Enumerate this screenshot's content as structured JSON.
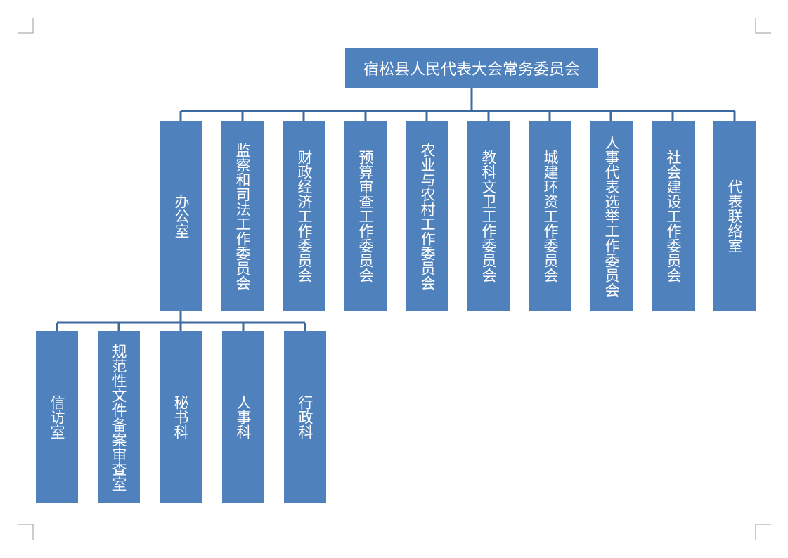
{
  "root": {
    "label": "宿松县人民代表大会常务委员会"
  },
  "committees": [
    {
      "label": "办公室"
    },
    {
      "label": "监察和司法工作委员会"
    },
    {
      "label": "财政经济工作委员会"
    },
    {
      "label": "预算审查工作委员会"
    },
    {
      "label": "农业与农村工作委员会"
    },
    {
      "label": "教科文卫工作委员会"
    },
    {
      "label": "城建环资工作委员会"
    },
    {
      "label": "人事代表选举工作委员会"
    },
    {
      "label": "社会建设工作委员会"
    },
    {
      "label": "代表联络室"
    }
  ],
  "office_sections": [
    {
      "label": "信访室"
    },
    {
      "label": "规范性文件备案审查室"
    },
    {
      "label": "秘书科"
    },
    {
      "label": "人事科"
    },
    {
      "label": "行政科"
    }
  ],
  "colors": {
    "box_fill": "#4f81bd",
    "connector": "#3d6a9e",
    "text": "#ffffff"
  }
}
